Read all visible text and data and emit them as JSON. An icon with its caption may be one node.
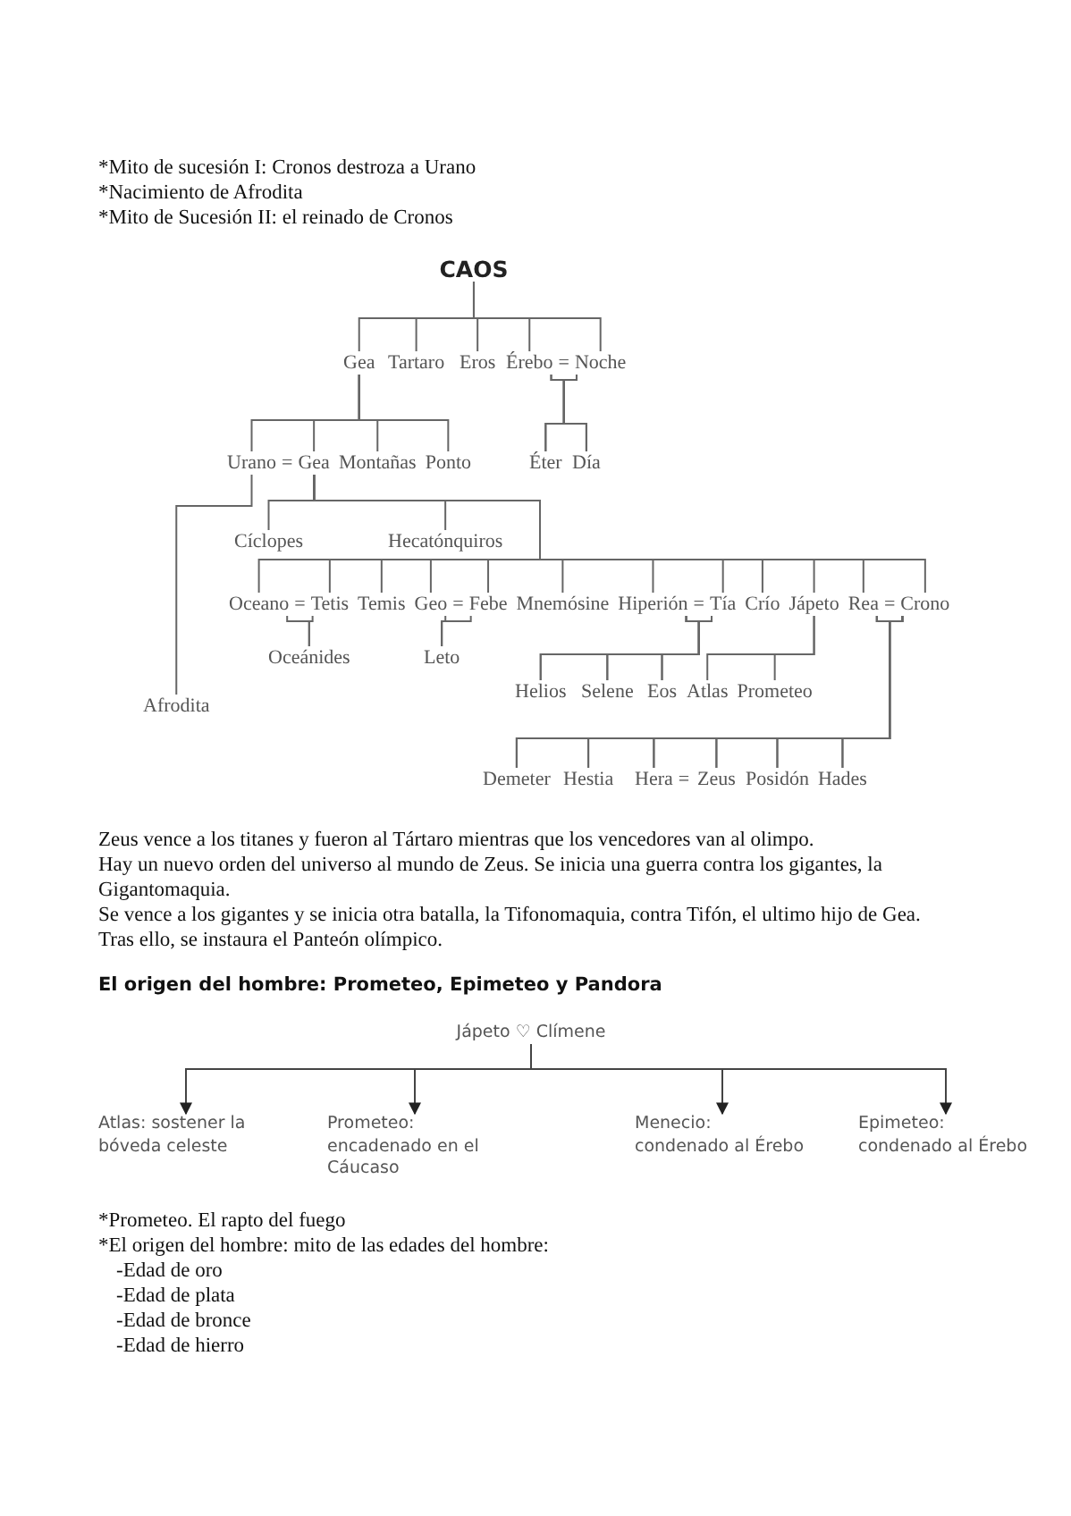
{
  "diagram": {
    "nodes": [
      {
        "text": [
          "CAOS"
        ]
      },
      {
        "text": [
          "Gea"
        ]
      },
      {
        "text": [
          "Tartaro"
        ]
      },
      {
        "text": [
          "Eros"
        ]
      },
      {
        "text": [
          "Érebo"
        ]
      },
      {
        "text": [
          "Noche"
        ]
      },
      {
        "text": [
          "Urano"
        ]
      },
      {
        "text": [
          "Gea"
        ]
      },
      {
        "text": [
          "Montañas"
        ]
      },
      {
        "text": [
          "Ponto"
        ]
      },
      {
        "text": [
          "Éter"
        ]
      },
      {
        "text": [
          "Día"
        ]
      },
      {
        "text": [
          "Cíclopes"
        ]
      },
      {
        "text": [
          "Hecatónquiros"
        ]
      },
      {
        "text": [
          "Oceano"
        ]
      },
      {
        "text": [
          "Tetis"
        ]
      },
      {
        "text": [
          "Temis"
        ]
      },
      {
        "text": [
          "Geo"
        ]
      },
      {
        "text": [
          "Febe"
        ]
      },
      {
        "text": [
          "Mnemósine"
        ]
      },
      {
        "text": [
          "Hiperión"
        ]
      },
      {
        "text": [
          "Tía"
        ]
      },
      {
        "text": [
          "Crío"
        ]
      },
      {
        "text": [
          "Jápeto"
        ]
      },
      {
        "text": [
          "Rea"
        ]
      },
      {
        "text": [
          "Crono"
        ]
      },
      {
        "text": [
          "Oceánides"
        ]
      },
      {
        "text": [
          "Leto"
        ]
      },
      {
        "text": [
          "Helios"
        ]
      },
      {
        "text": [
          "Selene"
        ]
      },
      {
        "text": [
          "Eos"
        ]
      },
      {
        "text": [
          "Atlas"
        ]
      },
      {
        "text": [
          "Prometeo"
        ]
      },
      {
        "text": [
          "Afrodita"
        ]
      },
      {
        "text": [
          "Demeter"
        ]
      },
      {
        "text": [
          "Hestia"
        ]
      },
      {
        "text": [
          "Hera"
        ]
      },
      {
        "text": [
          "Zeus"
        ]
      },
      {
        "text": [
          "Posidón"
        ]
      },
      {
        "text": [
          "Hades"
        ]
      },
      {
        "text": [
          "Jápeto ♡ Clímene"
        ]
      },
      {
        "text": [
          "Atlas: sostener la bóveda celeste"
        ]
      },
      {
        "text": [
          "Prometeo: encadenado en el Cáucaso"
        ]
      },
      {
        "text": [
          "Menecio: condenado al Érebo"
        ]
      },
      {
        "text": [
          "Epimeteo: condenado al Érebo"
        ]
      }
    ],
    "edges": [
      {
        "from": 0,
        "to": 1,
        "arrow": "none"
      },
      {
        "from": 0,
        "to": 2,
        "arrow": "none"
      },
      {
        "from": 0,
        "to": 3,
        "arrow": "none"
      },
      {
        "from": 0,
        "to": 4,
        "arrow": "none"
      },
      {
        "from": 0,
        "to": 5,
        "arrow": "none"
      },
      {
        "from": 4,
        "to": 10,
        "arrow": "none"
      },
      {
        "from": 5,
        "to": 10,
        "arrow": "none"
      },
      {
        "from": 4,
        "to": 11,
        "arrow": "none"
      },
      {
        "from": 5,
        "to": 11,
        "arrow": "none"
      },
      {
        "from": 1,
        "to": 6,
        "arrow": "none"
      },
      {
        "from": 1,
        "to": 7,
        "arrow": "none"
      },
      {
        "from": 1,
        "to": 8,
        "arrow": "none"
      },
      {
        "from": 1,
        "to": 9,
        "arrow": "none"
      },
      {
        "from": 6,
        "to": 33,
        "arrow": "none"
      },
      {
        "from": 7,
        "to": 12,
        "arrow": "none"
      },
      {
        "from": 7,
        "to": 13,
        "arrow": "none"
      },
      {
        "from": 7,
        "to": 14,
        "arrow": "none"
      },
      {
        "from": 7,
        "to": 15,
        "arrow": "none"
      },
      {
        "from": 7,
        "to": 16,
        "arrow": "none"
      },
      {
        "from": 7,
        "to": 17,
        "arrow": "none"
      },
      {
        "from": 7,
        "to": 18,
        "arrow": "none"
      },
      {
        "from": 7,
        "to": 19,
        "arrow": "none"
      },
      {
        "from": 7,
        "to": 20,
        "arrow": "none"
      },
      {
        "from": 7,
        "to": 21,
        "arrow": "none"
      },
      {
        "from": 7,
        "to": 22,
        "arrow": "none"
      },
      {
        "from": 7,
        "to": 23,
        "arrow": "none"
      },
      {
        "from": 7,
        "to": 24,
        "arrow": "none"
      },
      {
        "from": 7,
        "to": 25,
        "arrow": "none"
      },
      {
        "from": 14,
        "to": 26,
        "arrow": "none"
      },
      {
        "from": 15,
        "to": 26,
        "arrow": "none"
      },
      {
        "from": 17,
        "to": 27,
        "arrow": "none"
      },
      {
        "from": 18,
        "to": 27,
        "arrow": "none"
      },
      {
        "from": 20,
        "to": 28,
        "arrow": "none"
      },
      {
        "from": 21,
        "to": 28,
        "arrow": "none"
      },
      {
        "from": 20,
        "to": 29,
        "arrow": "none"
      },
      {
        "from": 21,
        "to": 29,
        "arrow": "none"
      },
      {
        "from": 20,
        "to": 30,
        "arrow": "none"
      },
      {
        "from": 21,
        "to": 30,
        "arrow": "none"
      },
      {
        "from": 23,
        "to": 31,
        "arrow": "none"
      },
      {
        "from": 23,
        "to": 32,
        "arrow": "none"
      },
      {
        "from": 24,
        "to": 34,
        "arrow": "none"
      },
      {
        "from": 25,
        "to": 34,
        "arrow": "none"
      },
      {
        "from": 24,
        "to": 35,
        "arrow": "none"
      },
      {
        "from": 25,
        "to": 35,
        "arrow": "none"
      },
      {
        "from": 24,
        "to": 36,
        "arrow": "none"
      },
      {
        "from": 25,
        "to": 36,
        "arrow": "none"
      },
      {
        "from": 24,
        "to": 37,
        "arrow": "none"
      },
      {
        "from": 25,
        "to": 37,
        "arrow": "none"
      },
      {
        "from": 24,
        "to": 38,
        "arrow": "none"
      },
      {
        "from": 25,
        "to": 38,
        "arrow": "none"
      },
      {
        "from": 24,
        "to": 39,
        "arrow": "none"
      },
      {
        "from": 25,
        "to": 39,
        "arrow": "none"
      },
      {
        "from": 40,
        "to": 41,
        "arrow": "to"
      },
      {
        "from": 40,
        "to": 42,
        "arrow": "to"
      },
      {
        "from": 40,
        "to": 43,
        "arrow": "to"
      },
      {
        "from": 40,
        "to": 44,
        "arrow": "to"
      }
    ],
    "labels": [
      "*Mito de sucesión I: Cronos destroza a Urano",
      "*Nacimiento de Afrodita",
      "*Mito de Sucesión II: el reinado de Cronos",
      "=",
      "=",
      "=",
      "=",
      "=",
      "=",
      "=",
      "Zeus vence a los titanes y fueron al Tártaro mientras que los vencedores van al olimpo.",
      "Hay un nuevo orden del universo al mundo de Zeus. Se inicia una guerra contra los gigantes, la Gigantomaquia.",
      "Se vence a los gigantes y se inicia otra batalla, la Tifonomaquia, contra Tifón, el ultimo hijo de Gea.",
      "Tras ello, se instaura el Panteón olímpico.",
      "El origen del hombre: Prometeo, Epimeteo y Pandora",
      "*Prometeo. El rapto del fuego",
      "*El origen del hombre: mito de las edades del hombre:",
      "-Edad de oro",
      "-Edad de plata",
      "-Edad de bronce",
      "-Edad de hierro"
    ]
  }
}
